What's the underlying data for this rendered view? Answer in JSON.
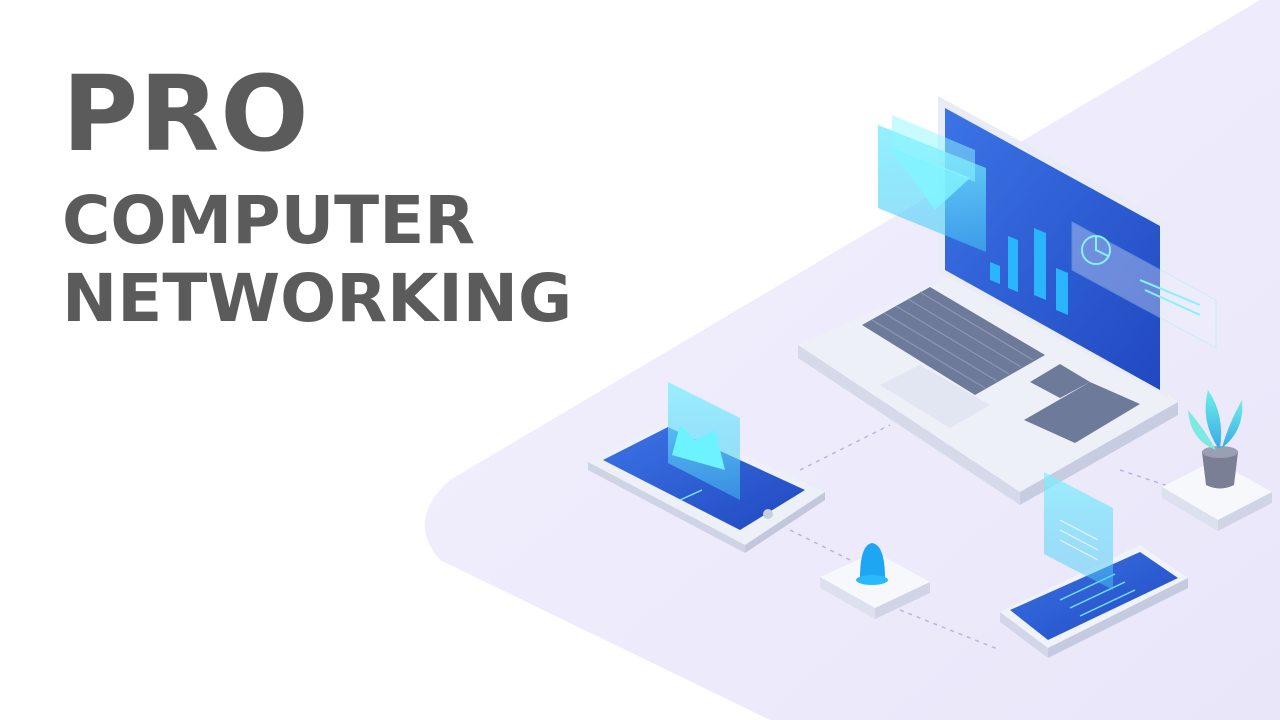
{
  "headline": {
    "line1": "PRO",
    "line2": "COMPUTER",
    "line3": "NETWORKING"
  },
  "colors": {
    "text": "#5b5b5b",
    "floor": "#eeecfb",
    "screen_blue": "#2f62d8",
    "accent_cyan": "#5ee3ff",
    "device_white": "#f5f6fb"
  },
  "icons": [
    "laptop-icon",
    "tablet-icon",
    "smartphone-icon",
    "bell-icon",
    "plant-icon",
    "bar-chart-icon",
    "mail-icon",
    "pie-chart-icon"
  ]
}
